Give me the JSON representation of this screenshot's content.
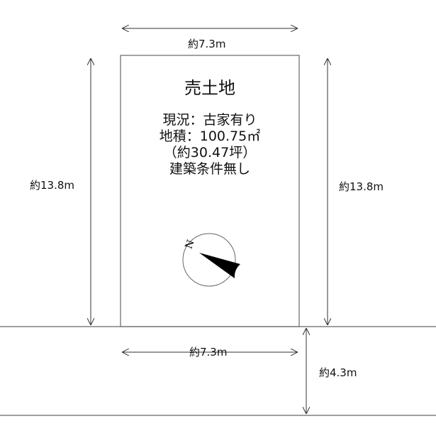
{
  "title": "売土地",
  "info": [
    "現況：古家有り",
    "地積：100.75㎡",
    "（約30.47坪）",
    "建築条件無し"
  ],
  "dimensions": {
    "top_width": "約7.3m",
    "left_depth": "約13.8m",
    "right_depth": "約13.8m",
    "road_frontage": "約7.3m",
    "road_width": "約4.3m"
  },
  "compass_label": "N"
}
